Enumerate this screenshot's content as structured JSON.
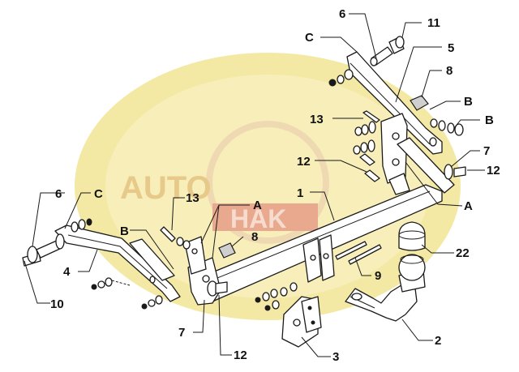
{
  "watermark": {
    "text_auto": "AUTO",
    "text_hak": "HAK",
    "colors": {
      "ellipse": "#f3e9a4",
      "auto_text": "#e7ca8a",
      "hak_band": "#e8a98f",
      "hak_text": "#f6dccf"
    }
  },
  "callouts": {
    "c1": "1",
    "c2": "2",
    "c3": "3",
    "c4": "4",
    "c5": "5",
    "c6_top": "6",
    "c6_left": "6",
    "c7_right": "7",
    "c7_bottom": "7",
    "c8_top": "8",
    "c8_mid": "8",
    "c9": "9",
    "c10": "10",
    "c11": "11",
    "c12_right": "12",
    "c12_mid": "12",
    "c12_bottom": "12",
    "c13_top": "13",
    "c13_left": "13",
    "c22": "22",
    "a_right": "A",
    "a_left": "A",
    "b_right_top": "B",
    "b_right_bottom": "B",
    "b_left": "B",
    "c_top": "C",
    "c_left": "C"
  }
}
